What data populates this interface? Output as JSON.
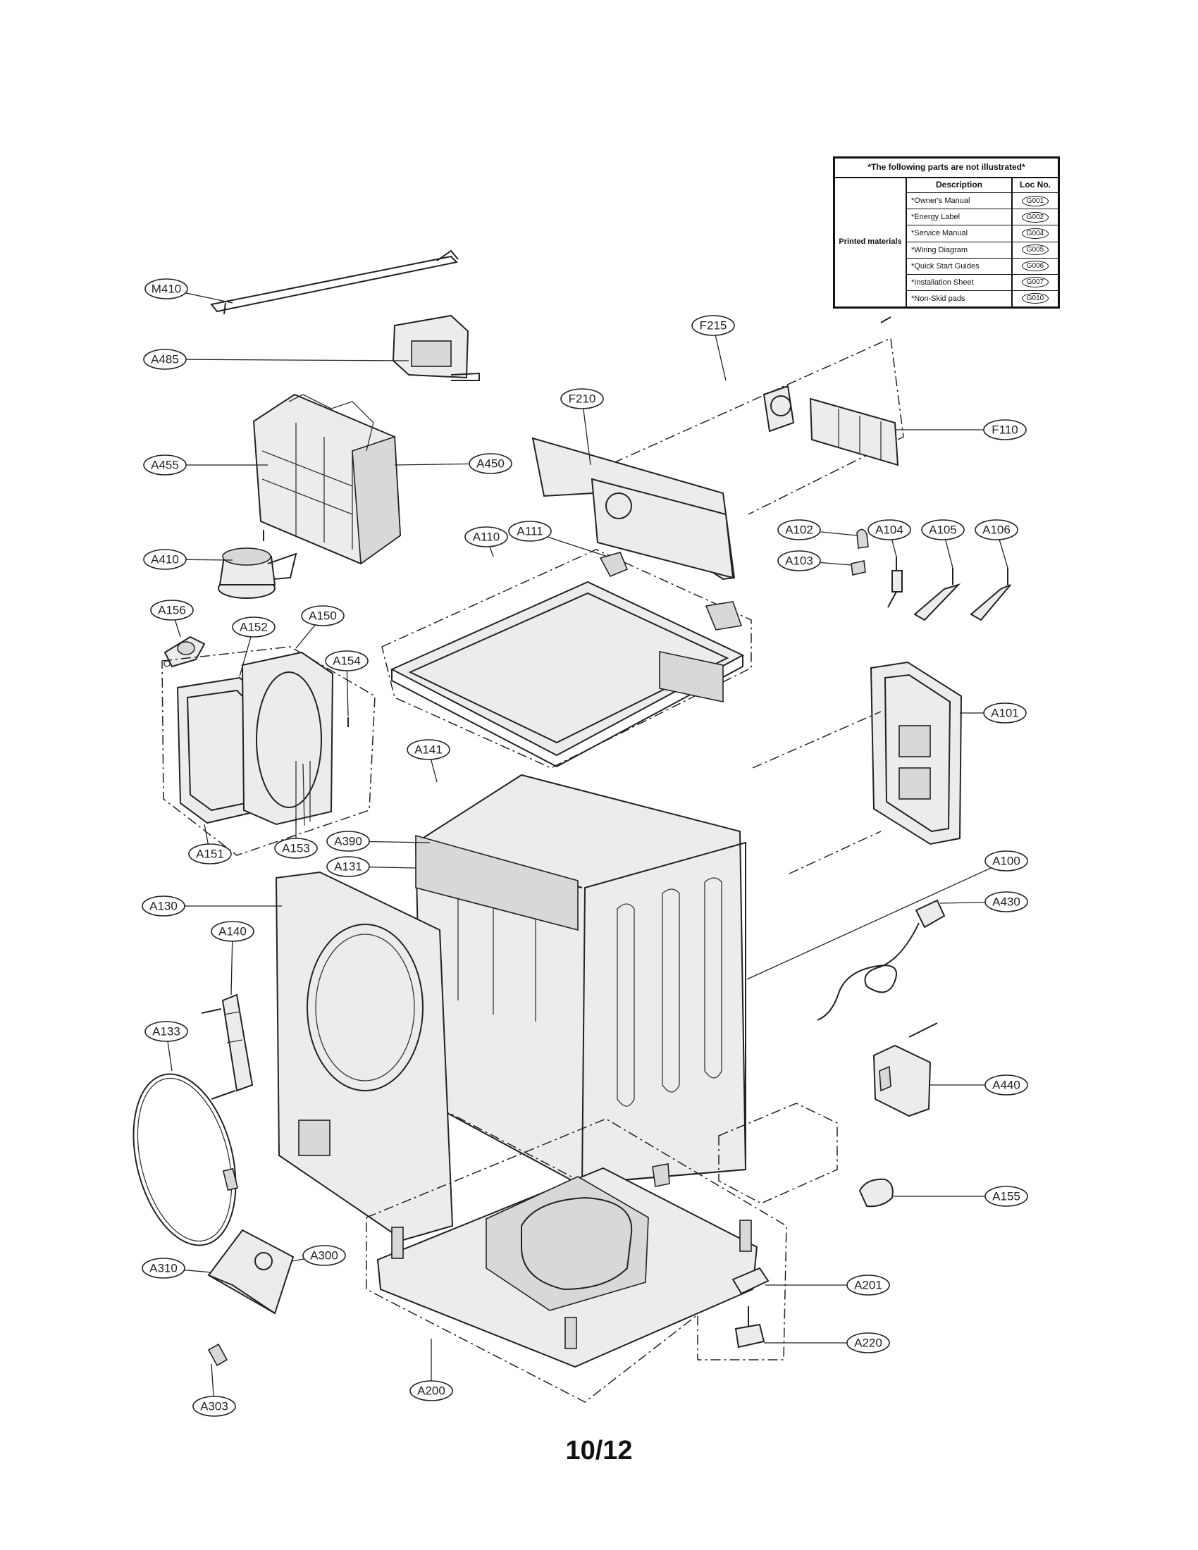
{
  "callouts": {
    "M410": "M410",
    "A485": "A485",
    "A455": "A455",
    "A450": "A450",
    "A410": "A410",
    "A156": "A156",
    "A152": "A152",
    "A150": "A150",
    "A154": "A154",
    "A151": "A151",
    "A153": "A153",
    "A141": "A141",
    "A390": "A390",
    "A131": "A131",
    "A130": "A130",
    "A140": "A140",
    "A133": "A133",
    "A310": "A310",
    "A300": "A300",
    "A303": "A303",
    "A200": "A200",
    "F215": "F215",
    "F210": "F210",
    "F110": "F110",
    "A110": "A110",
    "A111": "A111",
    "A102": "A102",
    "A103": "A103",
    "A104": "A104",
    "A105": "A105",
    "A106": "A106",
    "A101": "A101",
    "A100": "A100",
    "A430": "A430",
    "A440": "A440",
    "A155": "A155",
    "A201": "A201",
    "A220": "A220"
  },
  "printed_materials_table": {
    "title": "*The following parts are not illustrated*",
    "col_description": "Description",
    "col_loc": "Loc No.",
    "category": "Printed materials",
    "rows": [
      {
        "description": "*Owner's Manual",
        "loc": "G001"
      },
      {
        "description": "*Energy Label",
        "loc": "G002"
      },
      {
        "description": "*Service Manual",
        "loc": "G004"
      },
      {
        "description": "*Wiring Diagram",
        "loc": "G005"
      },
      {
        "description": "*Quick Start Guides",
        "loc": "G006"
      },
      {
        "description": "*Installation Sheet",
        "loc": "G007"
      },
      {
        "description": "*Non-Skid pads",
        "loc": "G010"
      }
    ]
  },
  "page_number": "10/12"
}
